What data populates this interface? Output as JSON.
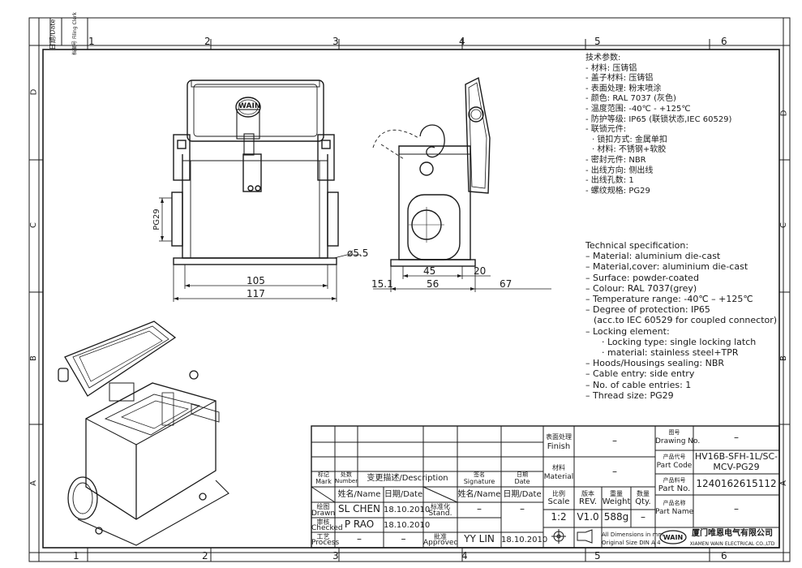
{
  "frame": {
    "top_cols": [
      "1",
      "2",
      "3",
      "4",
      "5",
      "6"
    ],
    "bottom_cols": [
      "1",
      "2",
      "3",
      "4",
      "5",
      "6"
    ],
    "rows_left": [
      "D",
      "C",
      "B",
      "A"
    ],
    "rows_right": [
      "D",
      "C",
      "B",
      "A"
    ],
    "corner_date": "日期/Date",
    "corner_filing": "档案号 Filing Clerk"
  },
  "dimensions": {
    "d_105": "105",
    "d_117": "117",
    "d_pg29": "PG29",
    "d_phi55": "ø5.5",
    "d_45": "45",
    "d_20": "20",
    "d_151": "15.1",
    "d_56": "56",
    "d_67": "67"
  },
  "spec_cn": [
    "技术参数:",
    "- 材料: 压铸铝",
    "- 盖子材料: 压铸铝",
    "- 表面处理: 粉末喷涂",
    "- 颜色: RAL 7037 (灰色)",
    "- 温度范围: -40℃ - +125℃",
    "- 防护等级: IP65 (联锁状态,IEC 60529)",
    "- 联锁元件:",
    "  · 锁扣方式: 金属单扣",
    "  · 材料: 不锈钢+软胶",
    "- 密封元件: NBR",
    "- 出线方向: 侧出线",
    "- 出线孔数: 1",
    "- 螺纹规格: PG29"
  ],
  "spec_en": [
    "Technical specification:",
    "– Material: aluminium die-cast",
    "– Material,cover: aluminium die-cast",
    "– Surface: powder-coated",
    "– Colour: RAL 7037(grey)",
    "– Temperature range: -40℃ – +125℃",
    "– Degree of protection: IP65",
    "  (acc.to IEC 60529 for coupled connector)",
    "– Locking element:",
    "    · Locking type: single locking latch",
    "    · material: stainless steel+TPR",
    "– Hoods/Housings sealing: NBR",
    "– Cable entry: side entry",
    "– No. of cable entries: 1",
    "– Thread size: PG29"
  ],
  "title_block": {
    "mark_cn": "标记",
    "mark_en": "Mark",
    "number_cn": "处数",
    "number_en": "Number",
    "desc": "变更描述/Description",
    "sig_cn": "签名",
    "sig_en": "Signature",
    "date_cn": "日期",
    "date_en": "Date",
    "name_hdr": "姓名/Name",
    "date_hdr": "日期/Date",
    "name_hdr2": "姓名/Name",
    "date_hdr2": "日期/Date",
    "drawn_cn": "绘图",
    "drawn_en": "Drawn",
    "drawn_name": "SL CHEN",
    "drawn_date": "18.10.2010",
    "stand_cn": "标准化",
    "stand_en": "Stand.",
    "stand_name": "–",
    "stand_date": "–",
    "checked_cn": "审核",
    "checked_en": "Checked",
    "checked_name": "P RAO",
    "checked_date": "18.10.2010",
    "process_cn": "工艺",
    "process_en": "Process",
    "process_name": "–",
    "process_date": "–",
    "approved_cn": "批准",
    "approved_en": "Approved",
    "approved_name": "YY LIN",
    "approved_date": "18.10.2010",
    "finish_cn": "表面处理",
    "finish_en": "Finish",
    "finish_val": "–",
    "material_cn": "材料",
    "material_en": "Material",
    "material_val": "–",
    "scale_cn": "比例",
    "scale_en": "Scale",
    "rev_cn": "版本",
    "rev_en": "REV.",
    "weight_cn": "重量",
    "weight_en": "Weight",
    "qty_cn": "数量",
    "qty_en": "Qty.",
    "scale_val": "1:2",
    "rev_val": "V1.0",
    "weight_val": "588g",
    "qty_val": "–",
    "dim_note1": "All Dimensions in mm",
    "dim_note2": "Original Size DIN A 4",
    "drawing_no_cn": "图号",
    "drawing_no_en": "Drawing No.",
    "drawing_no_val": "–",
    "part_code_cn": "产品代号",
    "part_code_en": "Part Code",
    "part_code_val1": "HV16B-SFH-1L/SC-",
    "part_code_val2": "MCV-PG29",
    "part_no_cn": "产品料号",
    "part_no_en": "Part No.",
    "part_no_val": "1240162615112",
    "part_name_cn": "产品名称",
    "part_name_en": "Part Name",
    "part_name_val": "–",
    "company_cn": "厦门唯恩电气有限公司",
    "company_en": "XIAMEN WAIN ELECTRICAL CO.,LTD",
    "logo_text": "WAIN"
  },
  "colors": {
    "line": "#1a1a1a",
    "paper": "#ffffff"
  }
}
